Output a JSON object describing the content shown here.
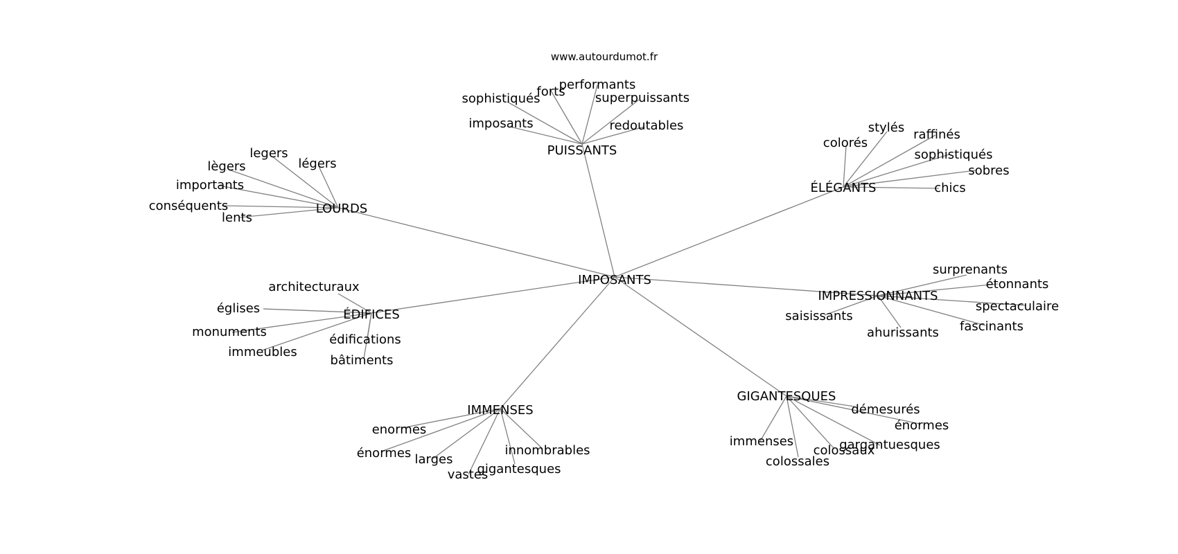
{
  "watermark": "www.autourdumot.fr",
  "center": "IMPOSANTS",
  "groups": [
    {
      "label": "PUISSANTS",
      "words": [
        "sophistiqués",
        "forts",
        "performants",
        "superpuissants",
        "imposants",
        "redoutables"
      ]
    },
    {
      "label": "ÉLÉGANTS",
      "words": [
        "colorés",
        "stylés",
        "raffinés",
        "sophistiqués",
        "sobres",
        "chics"
      ]
    },
    {
      "label": "LOURDS",
      "words": [
        "legers",
        "lègers",
        "légers",
        "importants",
        "conséquents",
        "lents"
      ]
    },
    {
      "label": "IMPRESSIONNANTS",
      "words": [
        "surprenants",
        "étonnants",
        "spectaculaire",
        "fascinants",
        "ahurissants",
        "saisissants"
      ]
    },
    {
      "label": "ÉDIFICES",
      "words": [
        "architecturaux",
        "églises",
        "monuments",
        "immeubles",
        "édifications",
        "bâtiments"
      ]
    },
    {
      "label": "IMMENSES",
      "words": [
        "enormes",
        "énormes",
        "larges",
        "vastes",
        "gigantesques",
        "innombrables"
      ]
    },
    {
      "label": "GIGANTESQUES",
      "words": [
        "démesurés",
        "énormes",
        "gargantuesques",
        "colossaux",
        "colossales",
        "immenses"
      ]
    }
  ]
}
